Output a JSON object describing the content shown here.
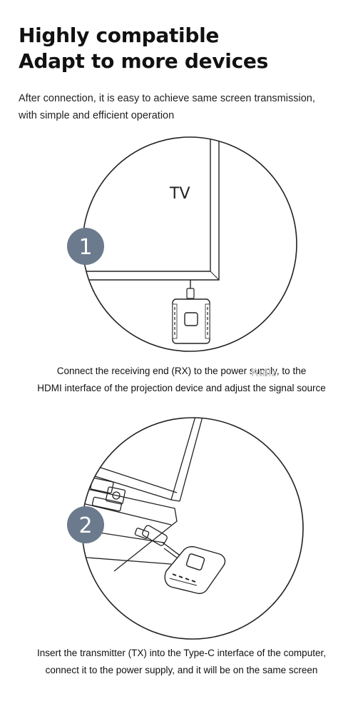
{
  "heading": {
    "line1": "Highly compatible",
    "line2": "Adapt to more devices"
  },
  "intro": {
    "line1": "After connection, it is easy to achieve same screen transmission,",
    "line2": "with simple and efficient operation"
  },
  "step1": {
    "badge": "1",
    "device_label": "TV",
    "caption_line1": "Connect the receiving end (RX) to the power supply, to the",
    "caption_line2": "HDMI interface of the projection device and adjust the signal source"
  },
  "step2": {
    "badge": "2",
    "caption_line1": "Insert the transmitter (TX) into the Type-C interface of the computer,",
    "caption_line2": "connect it to the power supply, and it will be on the same screen"
  },
  "watermark": "Rullz",
  "colors": {
    "badge_fill": "#6b7a8d",
    "badge_text": "#ffffff",
    "line_art": "#222222",
    "accent": "#c8794a"
  }
}
